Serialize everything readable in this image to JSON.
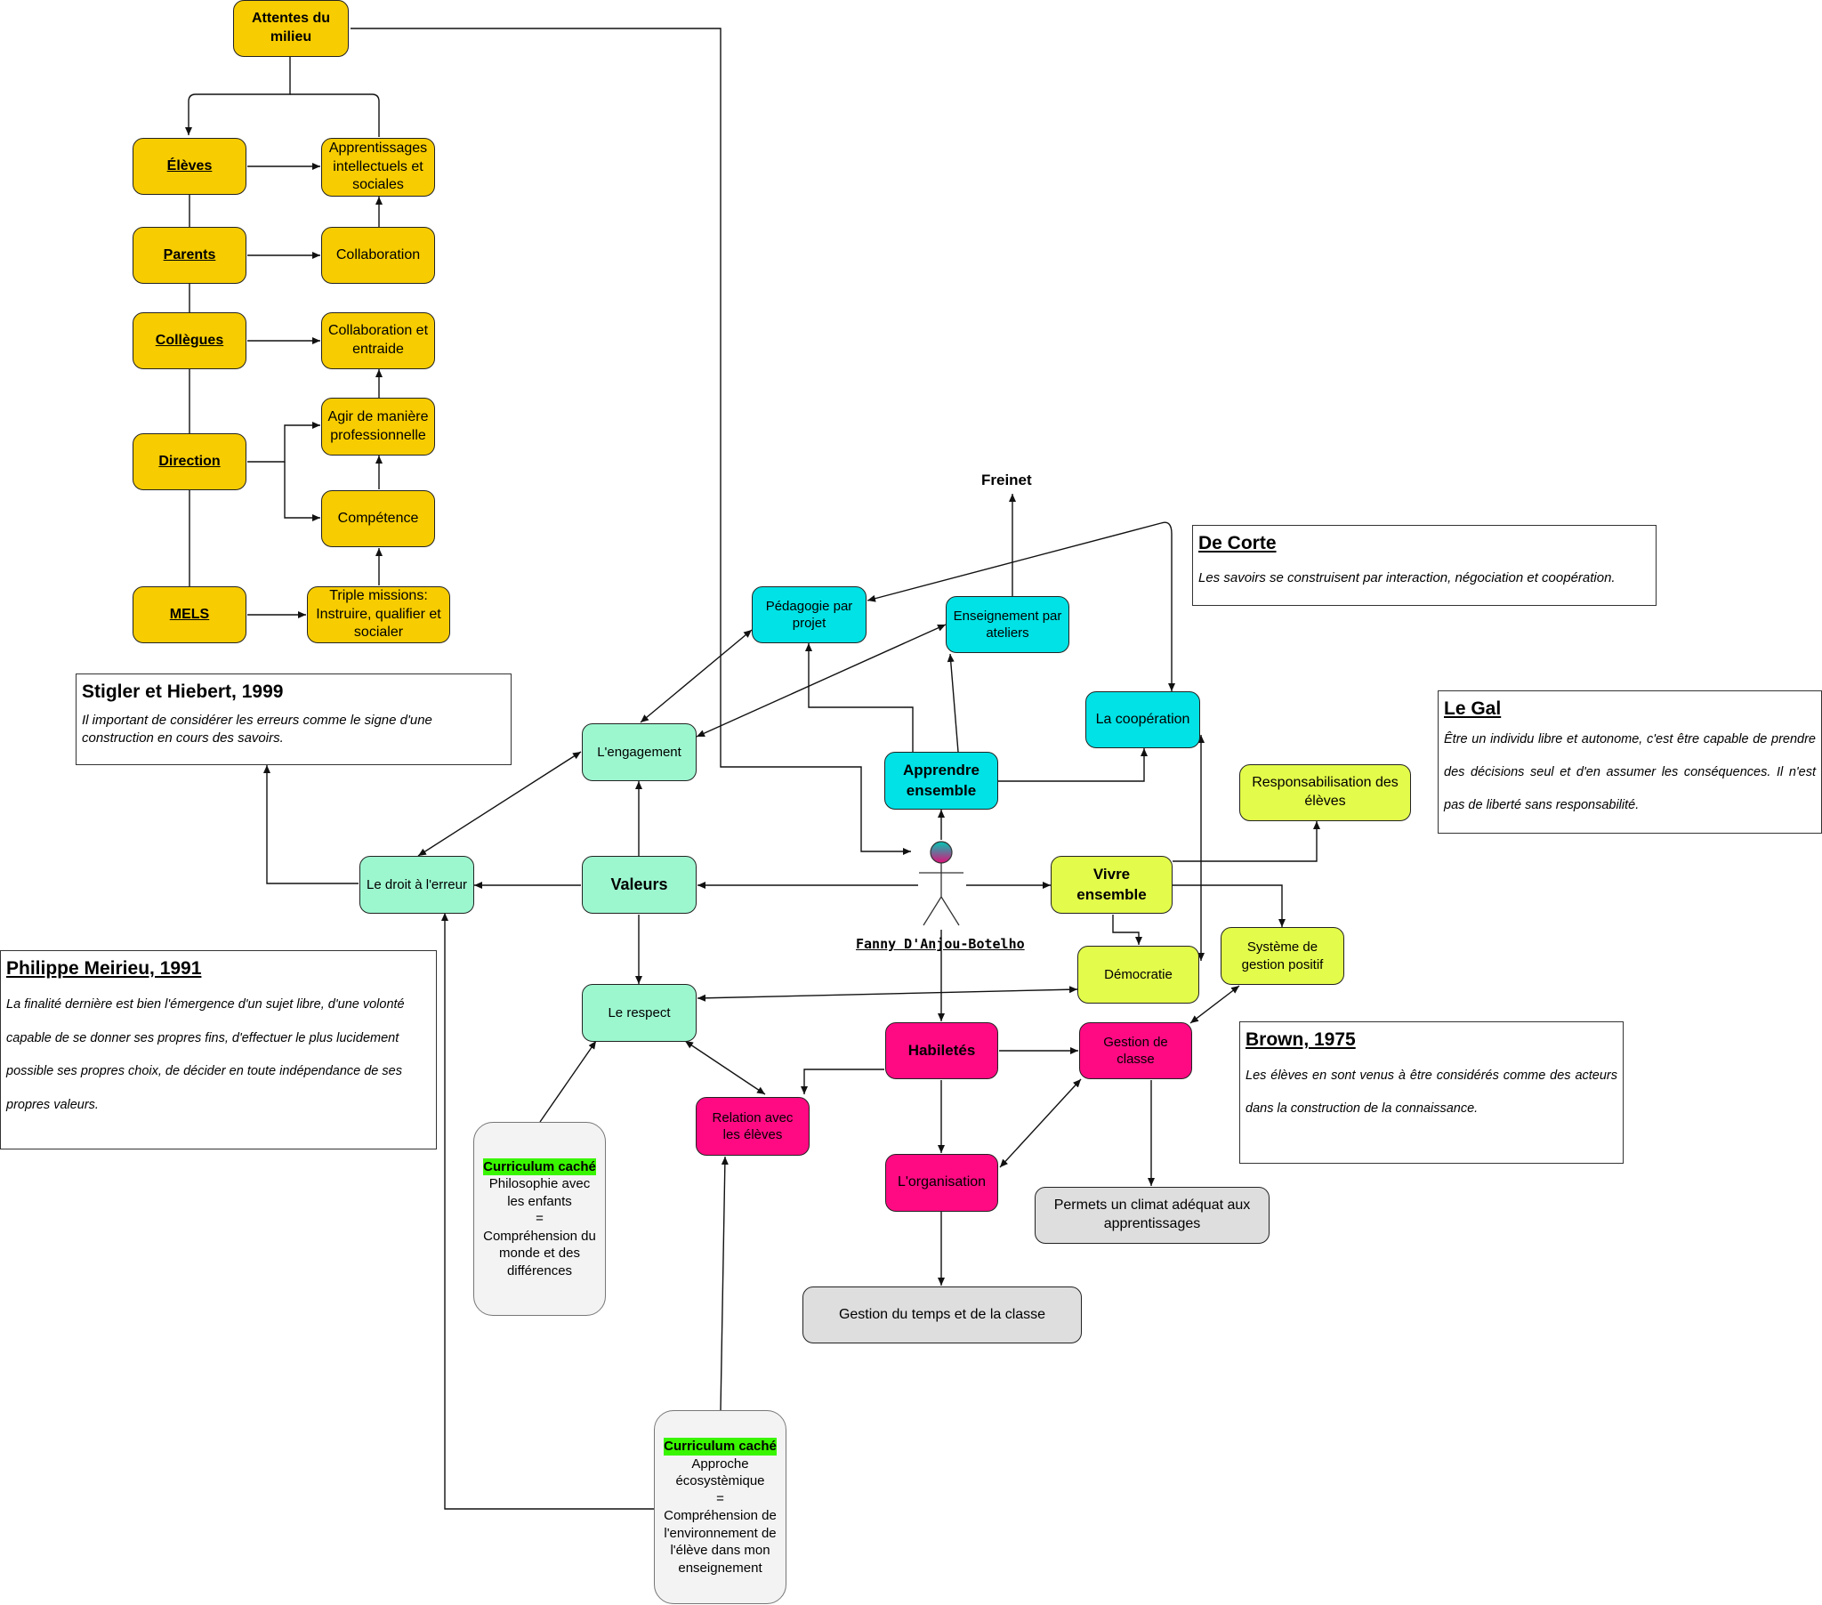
{
  "nodes": {
    "attentes": "Attentes du milieu",
    "eleves": "Élèves",
    "parents": "Parents",
    "collegues": "Collègues",
    "direction": "Direction",
    "mels": "MELS",
    "apprentissages": "Apprentissages intellectuels et sociales",
    "collaboration": "Collaboration",
    "collab_entraide": "Collaboration et entraide",
    "agir": "Agir de manière professionnelle",
    "competence": "Compétence",
    "triple": "Triple missions: Instruire, qualifier et socialer",
    "freinet": "Freinet",
    "pedagogie": "Pédagogie par projet",
    "ateliers": "Enseignement par ateliers",
    "cooperation": "La coopération",
    "apprendre": "Apprendre ensemble",
    "engagement": "L'engagement",
    "valeurs": "Valeurs",
    "droit_erreur": "Le droit à l'erreur",
    "respect": "Le respect",
    "vivre": "Vivre ensemble",
    "responsabilisation": "Responsabilisation des élèves",
    "democratie": "Démocratie",
    "systeme": "Système de gestion positif",
    "habiletes": "Habiletés",
    "gestion_classe": "Gestion de classe",
    "relation": "Relation avec les élèves",
    "organisation": "L'organisation",
    "climat": "Permets un climat adéquat aux apprentissages",
    "temps": "Gestion du temps et de la classe",
    "actor": "Fanny D'Anjou-Botelho"
  },
  "curriculum1": {
    "title": "Curriculum caché",
    "lines": [
      "Philosophie avec les enfants",
      "=",
      "Compréhension du monde et des différences"
    ]
  },
  "curriculum2": {
    "title": "Curriculum caché",
    "lines": [
      "Approche écosystèmique",
      "=",
      "Compréhension de l'environnement de l'élève dans mon enseignement"
    ]
  },
  "notes": {
    "stigler": {
      "title": "Stigler et Hiebert, 1999",
      "body": "Il important de considérer les erreurs comme le signe d'une construction en cours des savoirs."
    },
    "meirieu": {
      "title": "Philippe Meirieu, 1991",
      "body": "La finalité dernière est bien l'émergence d'un sujet libre, d'une volonté capable de se donner ses propres fins, d'effectuer le plus lucidement possible ses propres choix, de décider en toute indépendance de ses propres valeurs."
    },
    "decorte": {
      "title": "De Corte",
      "body": "Les savoirs se construisent par interaction, négociation et coopération."
    },
    "legal": {
      "title": "Le Gal",
      "body": "Être un individu libre et autonome, c'est être capable de prendre des décisions seul et d'en assumer les conséquences. Il n'est pas de liberté sans responsabilité."
    },
    "brown": {
      "title": "Brown, 1975",
      "body": "Les élèves en sont venus à être considérés comme des acteurs dans la construction de la connaissance."
    }
  },
  "colors": {
    "yellow": "#f7cc00",
    "cyan": "#00e2e5",
    "mint": "#9cf7cf",
    "lime": "#e3fb4a",
    "pink": "#ff0a83",
    "grey": "#dedede",
    "highlight": "#39f500"
  }
}
